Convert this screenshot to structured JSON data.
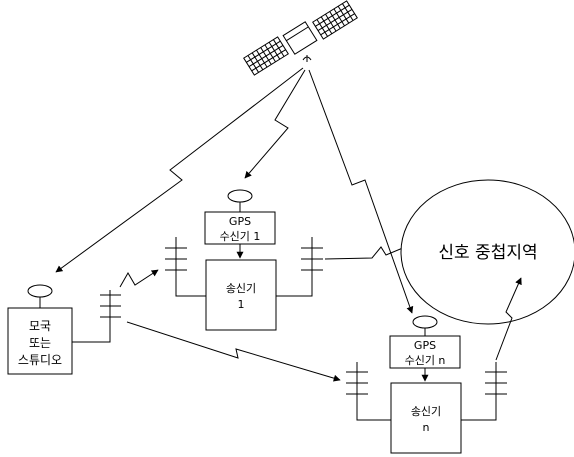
{
  "main_station": {
    "line1": "모국",
    "line2": "또는",
    "line3": "스튜디오"
  },
  "gps_receiver_1": {
    "line1": "GPS",
    "line2": "수신기 1"
  },
  "transmitter_1": {
    "line1": "송신기",
    "line2": "1"
  },
  "gps_receiver_n": {
    "line1": "GPS",
    "line2": "수신기 n"
  },
  "transmitter_n": {
    "line1": "송신기",
    "line2": "n"
  },
  "overlap_region": {
    "label": "신호 중첩지역"
  },
  "colors": {
    "stroke": "#000000",
    "background": "#ffffff"
  }
}
